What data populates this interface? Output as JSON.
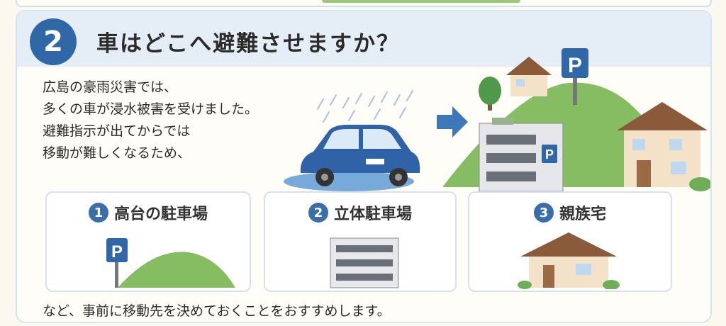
{
  "section": {
    "number": "2",
    "title": "車はどこへ避難させますか？"
  },
  "intro_lines": [
    "広島の豪雨災害では、",
    "多くの車が浸水被害を受けました。",
    "避難指示が出てからでは",
    "移動が難しくなるため、"
  ],
  "scene": {
    "parking_sign": "P"
  },
  "options": [
    {
      "number": "1",
      "label": "高台の駐車場",
      "sign": "P",
      "icon": "hill-parking-icon"
    },
    {
      "number": "2",
      "label": "立体駐車場",
      "icon": "parking-garage-icon"
    },
    {
      "number": "3",
      "label": "親族宅",
      "icon": "house-icon"
    }
  ],
  "footer": "など、事前に移動先を決めておくことをおすすめします。",
  "colors": {
    "accent_blue": "#2f67a7",
    "header_bg": "#e5eef7",
    "border": "#d6e4ef",
    "hill_green": "#7fb85a",
    "car_blue": "#2f62a6"
  }
}
